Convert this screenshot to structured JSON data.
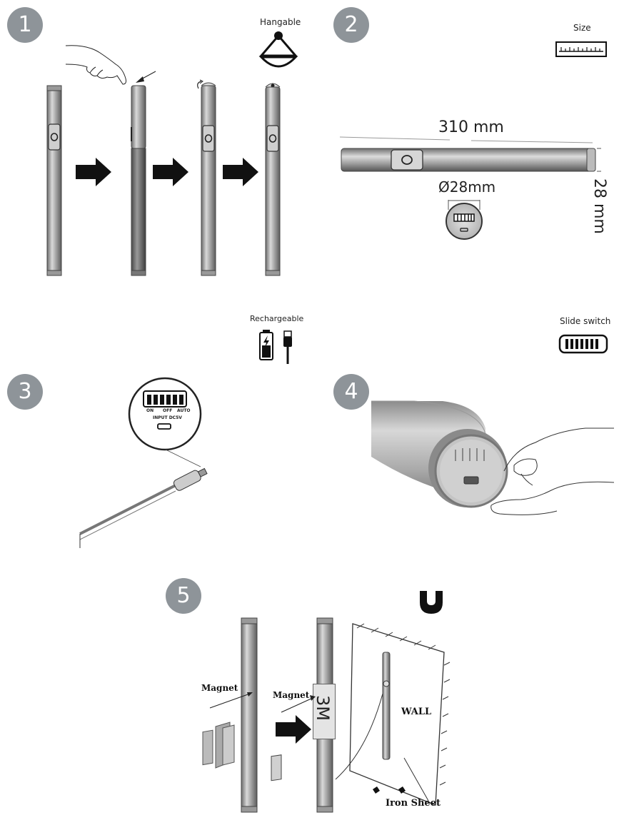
{
  "steps": [
    "1",
    "2",
    "3",
    "4",
    "5"
  ],
  "features": {
    "hangable": "Hangable",
    "size": "Size",
    "rechargeable": "Rechargeable",
    "slide_switch": "Slide switch"
  },
  "dimensions": {
    "length": "310 mm",
    "diameter": "Ø28mm",
    "height": "28 mm"
  },
  "switch_labels": {
    "on": "ON",
    "off": "OFF",
    "auto": "AUTO",
    "input": "INPUT DC5V"
  },
  "mounting": {
    "magnet": "Magnet",
    "tape": "3M",
    "wall": "WALL",
    "iron_sheet": "Iron Sheet"
  },
  "icons": [
    "hanging-lamp-icon",
    "ruler-icon",
    "battery-charging-icon",
    "usb-cable-icon",
    "slide-switch-icon",
    "arrow-right-icon",
    "pointing-hand-icon",
    "magnet-u-icon"
  ]
}
